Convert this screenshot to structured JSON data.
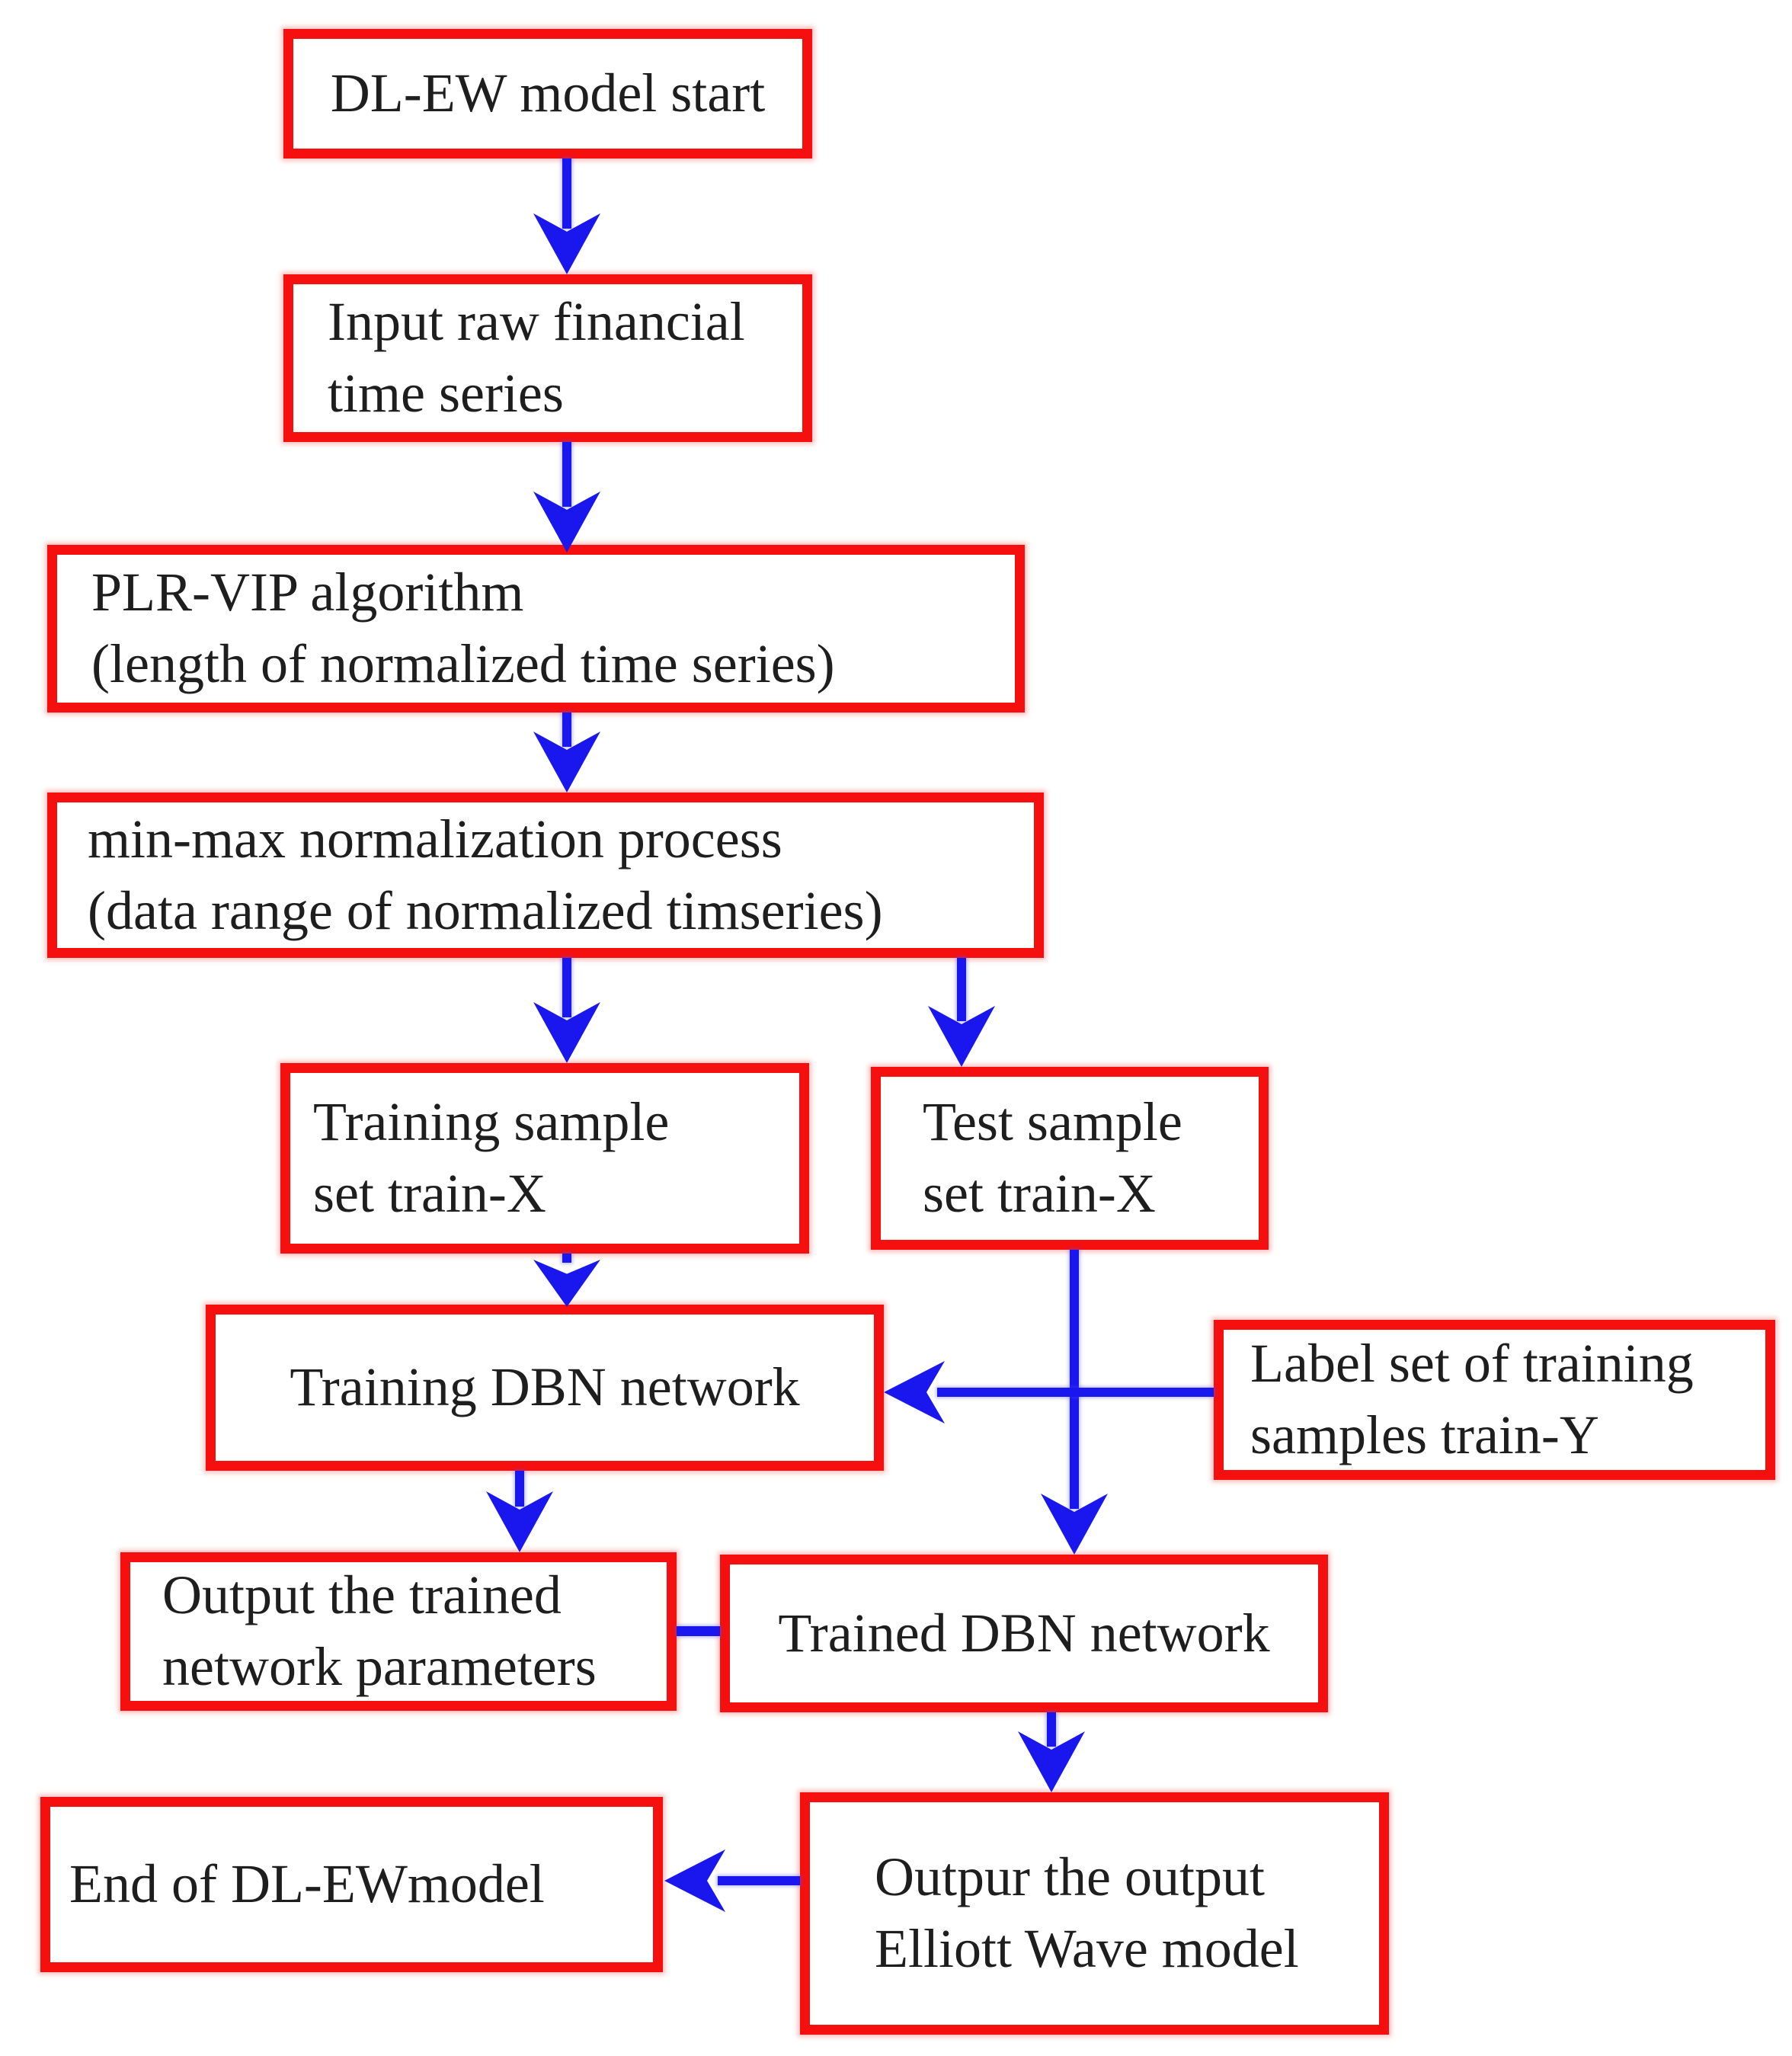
{
  "colors": {
    "box_border": "#f50f0f",
    "arrow": "#1a16ee",
    "text": "#1e1e1e",
    "background": "#ffffff"
  },
  "nodes": {
    "start": {
      "label": "DL-EW model start"
    },
    "input_raw": {
      "label": "Input raw financial\ntime series"
    },
    "plr_vip": {
      "label": "PLR-VIP algorithm\n(length of normalized time series)"
    },
    "min_max": {
      "label": "min-max normalization process\n(data range of normalized timseries)"
    },
    "training_sample": {
      "label": "Training sample\nset train-X"
    },
    "test_sample": {
      "label": "Test sample\nset train-X"
    },
    "training_dbn": {
      "label": "Training DBN network"
    },
    "label_set": {
      "label": "Label set of training\nsamples train-Y"
    },
    "output_params": {
      "label": "Output the trained\nnetwork parameters"
    },
    "trained_dbn": {
      "label": "Trained DBN network"
    },
    "output_ew": {
      "label": "Outpur the output\nElliott Wave model"
    },
    "end": {
      "label": "End of DL-EWmodel"
    }
  },
  "edges": [
    {
      "from": "start",
      "to": "input_raw",
      "arrowhead": true
    },
    {
      "from": "input_raw",
      "to": "plr_vip",
      "arrowhead": true
    },
    {
      "from": "plr_vip",
      "to": "min_max",
      "arrowhead": true
    },
    {
      "from": "min_max",
      "to": "training_sample",
      "arrowhead": true
    },
    {
      "from": "min_max",
      "to": "test_sample",
      "arrowhead": true
    },
    {
      "from": "training_sample",
      "to": "training_dbn",
      "arrowhead": true
    },
    {
      "from": "label_set",
      "to": "training_dbn",
      "arrowhead": true
    },
    {
      "from": "test_sample",
      "to": "trained_dbn",
      "arrowhead": true
    },
    {
      "from": "training_dbn",
      "to": "output_params",
      "arrowhead": true
    },
    {
      "from": "output_params",
      "to": "trained_dbn",
      "arrowhead": false
    },
    {
      "from": "trained_dbn",
      "to": "output_ew",
      "arrowhead": true
    },
    {
      "from": "output_ew",
      "to": "end",
      "arrowhead": true
    }
  ]
}
